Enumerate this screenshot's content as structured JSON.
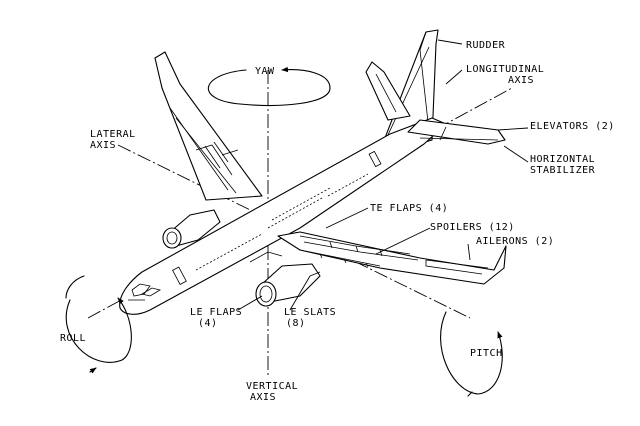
{
  "labels": {
    "rudder": "RUDDER",
    "longitudinal_axis": [
      "LONGITUDINAL",
      "AXIS"
    ],
    "yaw": "YAW",
    "lateral_axis": [
      "LATERAL",
      "AXIS"
    ],
    "elevators": "ELEVATORS (2)",
    "horizontal_stabilizer": [
      "HORIZONTAL",
      "STABILIZER"
    ],
    "te_flaps": "TE FLAPS (4)",
    "spoilers": "SPOILERS (12)",
    "ailerons": "AILERONS (2)",
    "le_flaps": [
      "LE FLAPS",
      "(4)"
    ],
    "le_slats": [
      "LE SLATS",
      "(8)"
    ],
    "roll": "ROLL",
    "pitch": "PITCH",
    "vertical_axis": [
      "VERTICAL",
      "AXIS"
    ]
  }
}
